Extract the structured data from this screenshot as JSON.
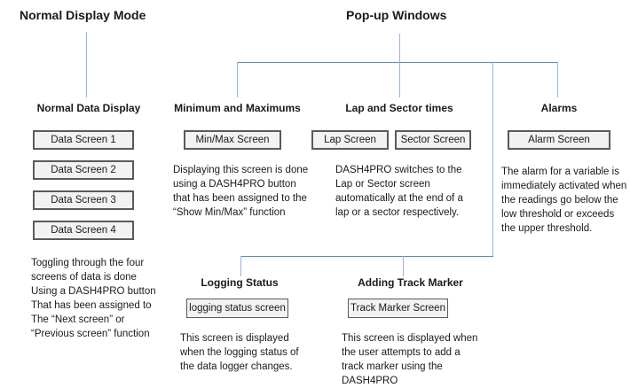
{
  "titles": {
    "normal_mode": "Normal Display Mode",
    "popup": "Pop-up Windows"
  },
  "colors": {
    "connector_vertical": "#9ab4d6",
    "connector_horizontal": "#5b8ac0",
    "box_fill": "#f2f2f2",
    "box_border": "#5a5a5a",
    "text": "#1a1a1a"
  },
  "sections": {
    "normal": {
      "heading": "Normal Data Display",
      "screens": [
        "Data Screen 1",
        "Data Screen 2",
        "Data Screen 3",
        "Data Screen 4"
      ],
      "description": "Toggling through the four\nscreens of data is done\nUsing a DASH4PRO button\nThat has been assigned to\nThe “Next screen” or\n“Previous screen” function"
    },
    "min_max": {
      "heading": "Minimum and Maximums",
      "button": "Min/Max Screen",
      "description": "Displaying this screen is done\nusing a DASH4PRO button\nthat has been assigned to the\n“Show Min/Max” function"
    },
    "lap_sector": {
      "heading": "Lap and Sector times",
      "buttons": [
        "Lap Screen",
        "Sector Screen"
      ],
      "description": "DASH4PRO switches to the\nLap or Sector screen\nautomatically at the end of a\nlap or a sector respectively."
    },
    "alarms": {
      "heading": "Alarms",
      "button": "Alarm Screen",
      "description": "The alarm for a variable is\nimmediately activated when\nthe readings go below the\nlow threshold or exceeds\nthe upper threshold."
    },
    "logging": {
      "heading": "Logging Status",
      "button": "logging status screen",
      "description": "This screen is displayed\nwhen the logging status of\nthe data logger changes."
    },
    "track": {
      "heading": "Adding Track Marker",
      "button": "Track Marker Screen",
      "description": "This screen is displayed when\nthe user attempts to add a\ntrack marker using the\nDASH4PRO"
    }
  }
}
